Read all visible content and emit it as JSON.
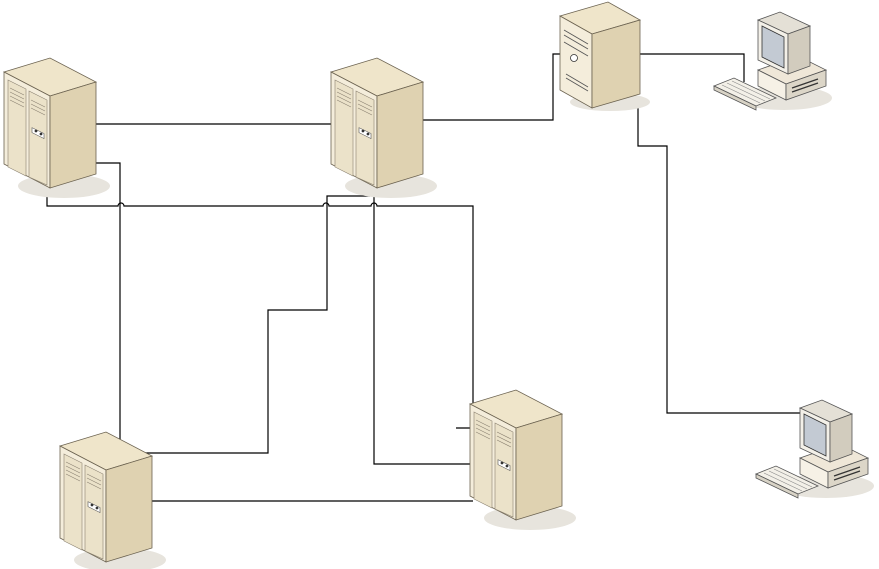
{
  "diagram": {
    "type": "network-topology",
    "nodes": [
      {
        "id": "server-top-left",
        "kind": "tower-server"
      },
      {
        "id": "server-top-center",
        "kind": "tower-server"
      },
      {
        "id": "server-top-right",
        "kind": "desktop-tower"
      },
      {
        "id": "workstation-top-right",
        "kind": "workstation"
      },
      {
        "id": "server-bottom-left",
        "kind": "tower-server"
      },
      {
        "id": "server-bottom-center",
        "kind": "tower-server"
      },
      {
        "id": "workstation-bottom-right",
        "kind": "workstation"
      }
    ],
    "links": [
      {
        "from": "server-top-left",
        "to": "server-top-center"
      },
      {
        "from": "server-top-left",
        "to": "server-bottom-left"
      },
      {
        "from": "server-top-left",
        "to": "server-bottom-center"
      },
      {
        "from": "server-top-center",
        "to": "server-bottom-left"
      },
      {
        "from": "server-top-center",
        "to": "server-bottom-center"
      },
      {
        "from": "server-top-center",
        "to": "server-top-right"
      },
      {
        "from": "server-top-right",
        "to": "workstation-top-right"
      },
      {
        "from": "server-top-right",
        "to": "workstation-bottom-right"
      },
      {
        "from": "server-bottom-left",
        "to": "server-bottom-center"
      }
    ],
    "colors": {
      "server_front": "#f3ecda",
      "server_side": "#ddd0ae",
      "server_top": "#ece2c6",
      "shadow": "#e5e2db",
      "monitor_screen": "#bfc7d1",
      "line": "#000000"
    }
  }
}
